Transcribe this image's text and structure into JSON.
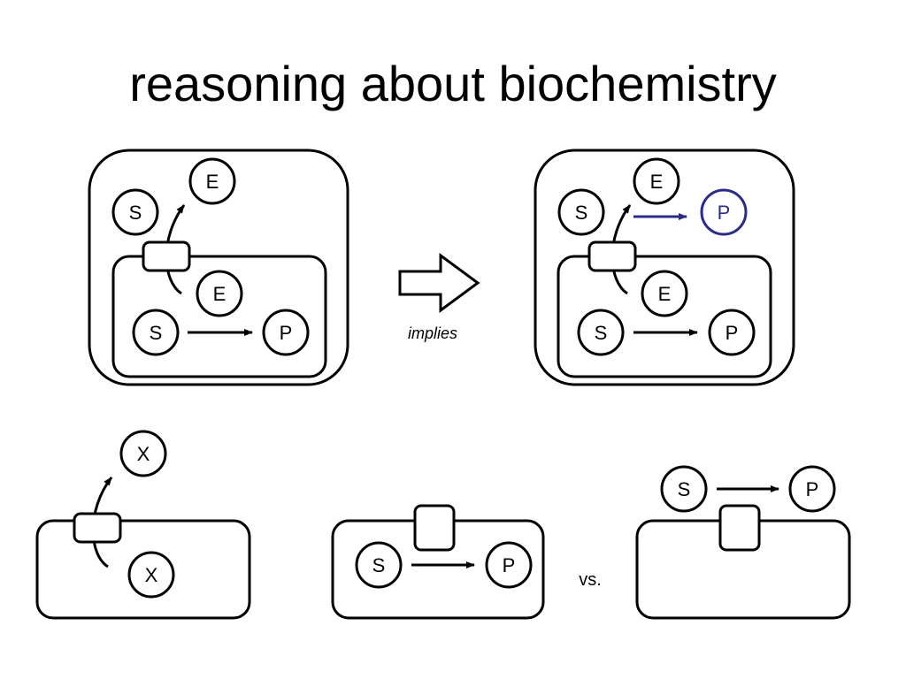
{
  "title": "reasoning about biochemistry",
  "labels": {
    "substrate": "S",
    "enzyme": "E",
    "product": "P",
    "metabolite": "X",
    "implies": "implies",
    "versus": "vs."
  },
  "colors": {
    "stroke": "#000000",
    "inferred": "#2b2b8c",
    "background": "#ffffff"
  }
}
